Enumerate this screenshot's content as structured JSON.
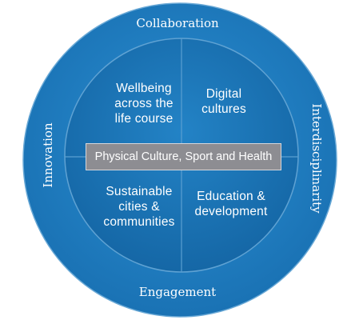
{
  "outer_ring": {
    "top": "Collaboration",
    "left": "Innovation",
    "right": "Interdisciplinarity",
    "bottom": "Engagement"
  },
  "quadrants": {
    "top_left": "Wellbeing\nacross the\nlife course",
    "top_right": "Digital\ncultures",
    "bottom_left": "Sustainable\ncities &\ncommunities",
    "bottom_right": "Education &\ndevelopment"
  },
  "center": "Physical Culture, Sport and Health",
  "colors": {
    "outer_ring": "#1f7ec1",
    "inner_circle": "#1b74b4",
    "dividers": "#4a96cc",
    "center_bar": "#8d8d92"
  }
}
